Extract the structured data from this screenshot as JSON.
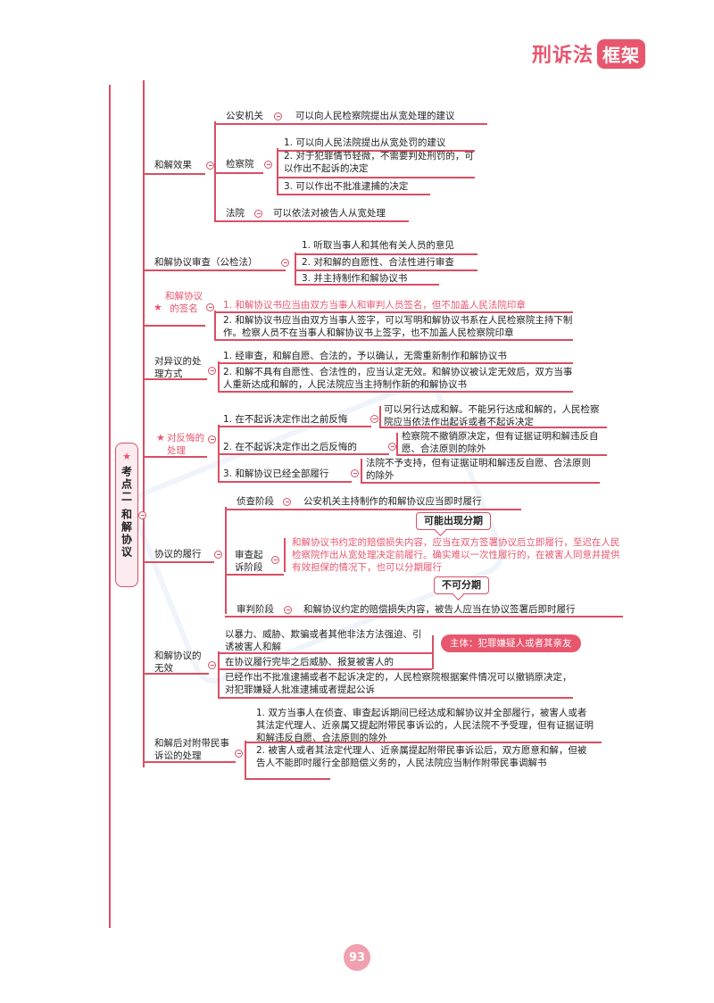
{
  "brand": {
    "part1": "刑诉法",
    "part2": "框架"
  },
  "main_topic": {
    "label": "考点二 和解协议"
  },
  "effect": {
    "label": "和解效果",
    "police_label": "公安机关",
    "police_text": "可以向人民检察院提出从宽处理的建议",
    "procuratorate_label": "检察院",
    "proc_items": [
      "1. 可以向人民法院提出从宽处罚的建议",
      "2. 对于犯罪情节轻微，不需要判处刑罚的，可以作出不起诉的决定",
      "3. 可以作出不批准逮捕的决定"
    ],
    "court_label": "法院",
    "court_text": "可以依法对被告人从宽处理"
  },
  "review": {
    "label": "和解协议审查（公检法）",
    "items": [
      "1. 听取当事人和其他有关人员的意见",
      "2. 对和解的自愿性、合法性进行审查",
      "3. 并主持制作和解协议书"
    ]
  },
  "signing": {
    "label": "和解协议的签名",
    "items": [
      "1. 和解协议书应当由双方当事人和审判人员签名，但不加盖人民法院印章",
      "2. 和解协议书应当由双方当事人签字，可以写明和解协议书系在人民检察院主持下制作。检察人员不在当事人和解协议书上签字，也不加盖人民检察院印章"
    ]
  },
  "objection": {
    "label": "对异议的处理方式",
    "items": [
      "1. 经审查，和解自愿、合法的，予以确认，无需重新制作和解协议书",
      "2. 和解不具有自愿性、合法性的，应当认定无效。和解协议被认定无效后，双方当事人重新达成和解的，人民法院应当主持制作新的和解协议书"
    ]
  },
  "regret": {
    "label": "对反悔的处理",
    "item1": "1. 在不起诉决定作出之前反悔",
    "item1_result": "可以另行达成和解。不能另行达成和解的，人民检察院应当依法作出起诉或者不起诉决定",
    "item2": "2. 在不起诉决定作出之后反悔的",
    "item2_result": "检察院不撤销原决定，但有证据证明和解违反自愿、合法原则的除外",
    "item3": "3. 和解协议已经全部履行",
    "item3_result": "法院不予支持，但有证据证明和解违反自愿、合法原则的除外"
  },
  "performance": {
    "label": "协议的履行",
    "investigation_label": "侦查阶段",
    "investigation_text": "公安机关主持制作的和解协议应当即时履行",
    "prosecution_label": "审查起诉阶段",
    "callout1": "可能出现分期",
    "prosecution_text": "和解协议书约定的赔偿损失内容，应当在双方签署协议后立即履行，至迟在人民检察院作出从宽处理决定前履行。确实难以一次性履行的，在被害人同意并提供有效担保的情况下，也可以分期履行",
    "callout2": "不可分期",
    "trial_label": "审判阶段",
    "trial_text": "和解协议约定的赔偿损失内容，被告人应当在协议签署后即时履行"
  },
  "invalid": {
    "label": "和解协议的无效",
    "item1": "以暴力、威胁、欺骗或者其他非法方法强迫、引诱被害人和解",
    "item2": "在协议履行完毕之后威胁、报复被害人的",
    "subject_pill": "主体：犯罪嫌疑人或者其亲友",
    "result": "已经作出不批准逮捕或者不起诉决定的，人民检察院根据案件情况可以撤销原决定，对犯罪嫌疑人批准逮捕或者提起公诉"
  },
  "civil": {
    "label": "和解后对附带民事诉讼的处理",
    "items": [
      "1. 双方当事人在侦查、审查起诉期间已经达成和解协议并全部履行，被害人或者其法定代理人、近亲属又提起附带民事诉讼的，人民法院不予受理，但有证据证明和解违反自愿、合法原则的除外",
      "2. 被害人或者其法定代理人、近亲属提起附带民事诉讼后，双方愿意和解，但被告人不能即时履行全部赔偿义务的，人民法院应当制作附带民事调解书"
    ]
  },
  "page_number": "93"
}
